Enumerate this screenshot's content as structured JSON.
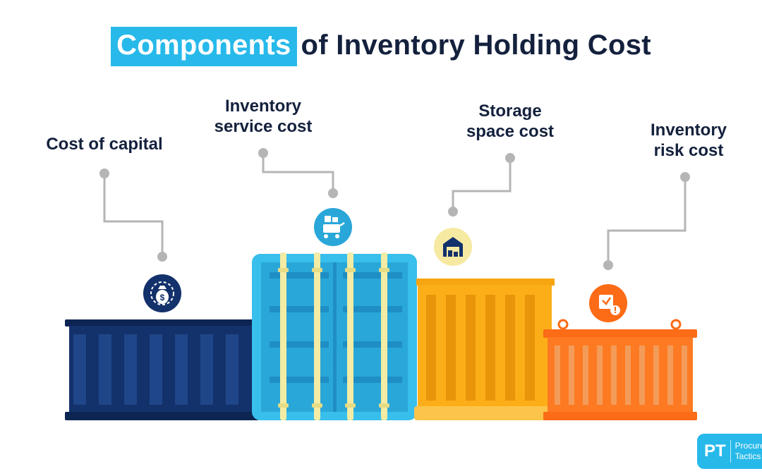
{
  "title": {
    "highlight": "Components",
    "rest": "of Inventory Holding Cost"
  },
  "components": [
    {
      "line1": "Cost of capital",
      "line2": "",
      "icon": "money-bag-icon",
      "color": "#13316b"
    },
    {
      "line1": "Inventory",
      "line2": "service cost",
      "icon": "cart-icon",
      "color": "#38bfeb"
    },
    {
      "line1": "Storage",
      "line2": "space cost",
      "icon": "warehouse-icon",
      "color": "#fbae18"
    },
    {
      "line1": "Inventory",
      "line2": "risk cost",
      "icon": "risk-box-icon",
      "color": "#fc6b16"
    }
  ],
  "logo": {
    "mark": "PT",
    "line1": "Procurement",
    "line2": "Tactics"
  }
}
